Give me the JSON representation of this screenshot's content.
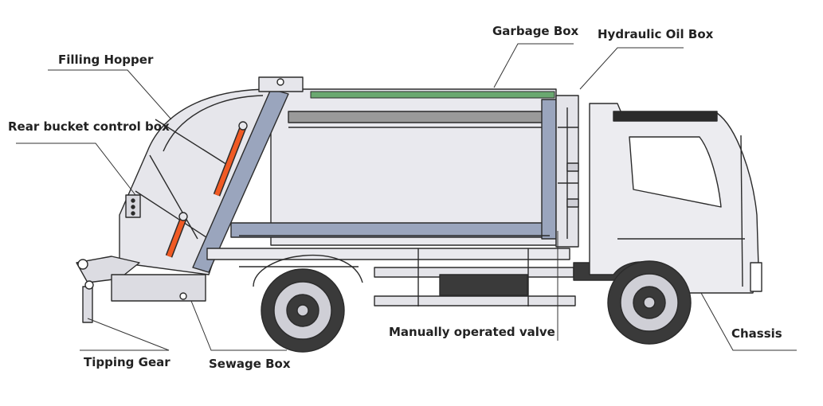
{
  "labels": {
    "garbage_box": "Garbage Box",
    "hydraulic_oil_box": "Hydraulic Oil Box",
    "filling_hopper": "Filling Hopper",
    "rear_bucket_control_box": "Rear bucket control box",
    "tipping_gear": "Tipping Gear",
    "sewage_box": "Sewage Box",
    "manually_operated_valve": "Manually operated valve",
    "chassis": "Chassis"
  },
  "colors": {
    "body": "#e9e9ee",
    "outline": "#2b2b2b",
    "frame_blue": "#9aa5bd",
    "cylinder": "#f05a24",
    "top_rail": "#6aa870",
    "tire": "#3a3a3a"
  }
}
